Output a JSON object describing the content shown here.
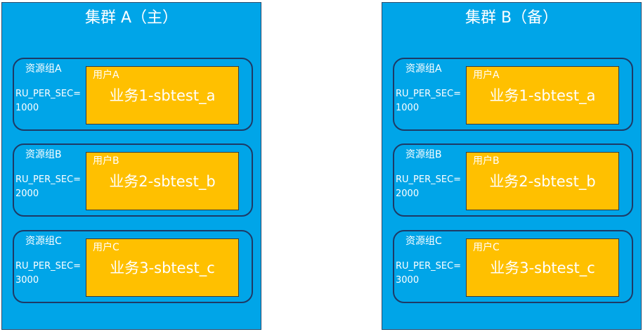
{
  "clusters": [
    {
      "title": "集群 A（主）",
      "groups": [
        {
          "label": "资源组A",
          "quota_key": "RU_PER_SEC=",
          "quota_value": "1000",
          "user": "用户A",
          "business": "业务1-sbtest_a"
        },
        {
          "label": "资源组B",
          "quota_key": "RU_PER_SEC=",
          "quota_value": "2000",
          "user": "用户B",
          "business": "业务2-sbtest_b"
        },
        {
          "label": "资源组C",
          "quota_key": "RU_PER_SEC=",
          "quota_value": "3000",
          "user": "用户C",
          "business": "业务3-sbtest_c"
        }
      ]
    },
    {
      "title": "集群 B（备）",
      "groups": [
        {
          "label": "资源组A",
          "quota_key": "RU_PER_SEC=",
          "quota_value": "1000",
          "user": "用户A",
          "business": "业务1-sbtest_a"
        },
        {
          "label": "资源组B",
          "quota_key": "RU_PER_SEC=",
          "quota_value": "2000",
          "user": "用户B",
          "business": "业务2-sbtest_b"
        },
        {
          "label": "资源组C",
          "quota_key": "RU_PER_SEC=",
          "quota_value": "3000",
          "user": "用户C",
          "business": "业务3-sbtest_c"
        }
      ]
    }
  ],
  "colors": {
    "cluster_fill": "#00a5e8",
    "group_border": "#1e3a66",
    "business_fill": "#ffc000",
    "text": "#ffffff"
  }
}
